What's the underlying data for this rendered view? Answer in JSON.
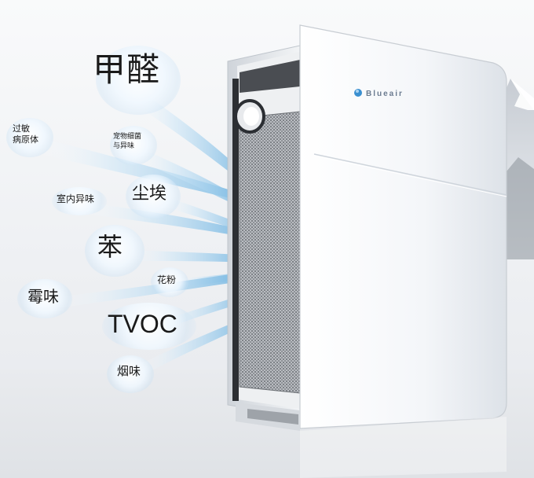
{
  "labels": {
    "jiaquan": "甲醛",
    "guomin_line1": "过敏",
    "guomin_line2": "病原体",
    "chongwu_line1": "宠物细菌",
    "chongwu_line2": "与异味",
    "chenai": "尘埃",
    "shinei": "室内异味",
    "ben": "苯",
    "huafen": "花粉",
    "meiwei": "霉味",
    "tvoc": "TVOC",
    "yanwei": "烟味"
  },
  "product": {
    "brand": "Blueair"
  },
  "colors": {
    "stream": "#7fbfe6",
    "brand_dot": "#3a8fd0",
    "body": "#f7f8fa",
    "grille": "#9a9da2"
  }
}
